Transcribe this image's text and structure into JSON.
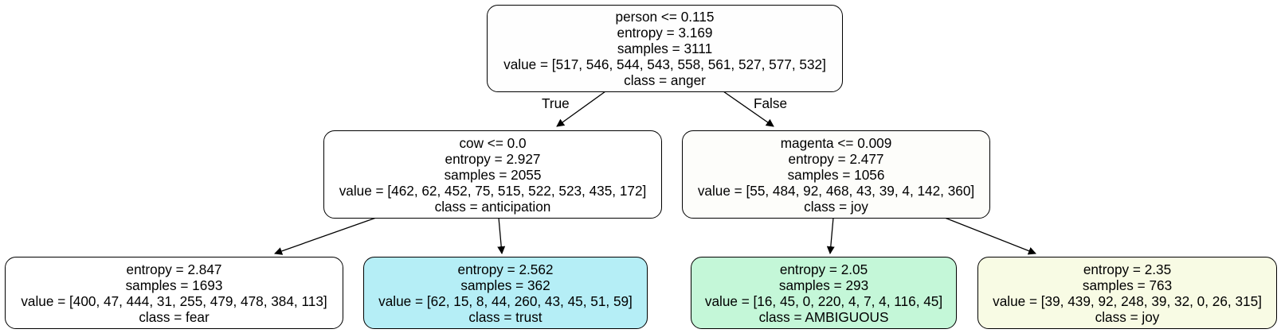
{
  "nodes": {
    "root": {
      "lines": [
        "person <= 0.115",
        "entropy = 3.169",
        "samples = 3111",
        "value = [517, 546, 544, 543, 558, 561, 527, 577, 532]",
        "class = anger"
      ],
      "fill": "#fefefe"
    },
    "left": {
      "lines": [
        "cow <= 0.0",
        "entropy = 2.927",
        "samples = 2055",
        "value = [462, 62, 452, 75, 515, 522, 523, 435, 172]",
        "class = anticipation"
      ],
      "fill": "#ffffff"
    },
    "right": {
      "lines": [
        "magenta <= 0.009",
        "entropy = 2.477",
        "samples = 1056",
        "value = [55, 484, 92, 468, 43, 39, 4, 142, 360]",
        "class = joy"
      ],
      "fill": "#fdfdfa"
    },
    "leaf1": {
      "lines": [
        "entropy = 2.847",
        "samples = 1693",
        "value = [400, 47, 444, 31, 255, 479, 478, 384, 113]",
        "class = fear"
      ],
      "fill": "#ffffff"
    },
    "leaf2": {
      "lines": [
        "entropy = 2.562",
        "samples = 362",
        "value = [62, 15, 8, 44, 260, 43, 45, 51, 59]",
        "class = trust"
      ],
      "fill": "#b5eef6"
    },
    "leaf3": {
      "lines": [
        "entropy = 2.05",
        "samples = 293",
        "value = [16, 45, 0, 220, 4, 7, 4, 116, 45]",
        "class = AMBIGUOUS"
      ],
      "fill": "#c4f7d8"
    },
    "leaf4": {
      "lines": [
        "entropy = 2.35",
        "samples = 763",
        "value = [39, 439, 92, 248, 39, 32, 0, 26, 315]",
        "class = joy"
      ],
      "fill": "#f8fbe4"
    }
  },
  "edge_labels": {
    "true_label": "True",
    "false_label": "False"
  },
  "colors": {
    "stroke": "#000000",
    "background": "#ffffff"
  }
}
